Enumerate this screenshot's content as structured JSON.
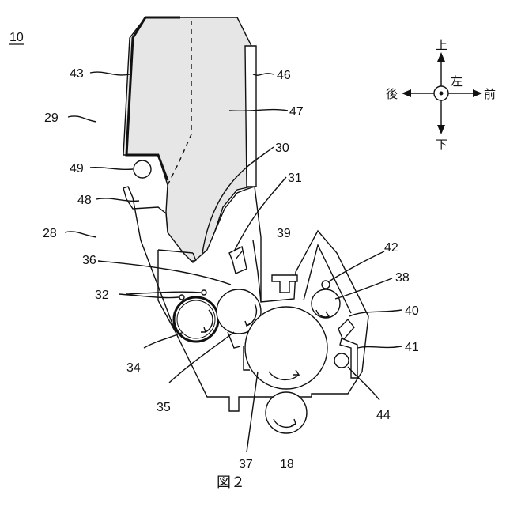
{
  "figure": {
    "caption": "図２",
    "ref_main": "10"
  },
  "labels": {
    "l43": "43",
    "l46": "46",
    "l47": "47",
    "l29": "29",
    "l30": "30",
    "l31": "31",
    "l49": "49",
    "l48": "48",
    "l28": "28",
    "l39": "39",
    "l36": "36",
    "l42": "42",
    "l38": "38",
    "l32": "32",
    "l40": "40",
    "l41": "41",
    "l34": "34",
    "l35": "35",
    "l44": "44",
    "l37": "37",
    "l18": "18"
  },
  "direction_indicator": {
    "up": "上",
    "down": "下",
    "back": "後",
    "front": "前",
    "left": "左"
  }
}
